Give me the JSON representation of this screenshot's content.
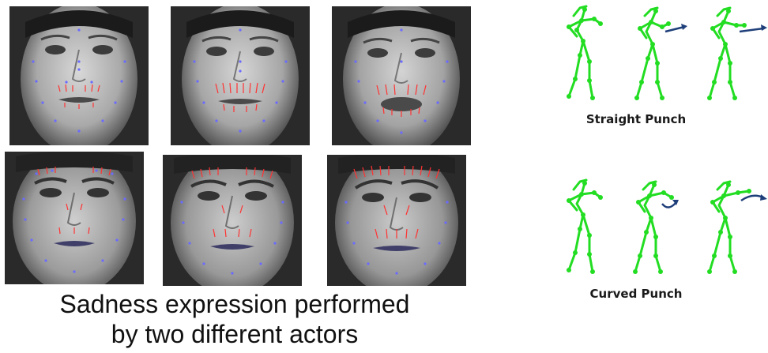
{
  "left_panel": {
    "caption_line1": "Sadness expression performed",
    "caption_line2": "by two different actors",
    "actor_rows": [
      {
        "actor": 1,
        "frames": 3
      },
      {
        "actor": 2,
        "frames": 3
      }
    ]
  },
  "right_panel": {
    "rows": [
      {
        "caption": "Straight Punch",
        "arrow": "straight"
      },
      {
        "caption": "Curved Punch",
        "arrow": "curved"
      }
    ],
    "skeleton_color": "#22dd22",
    "arrow_color": "#1f3f7a"
  },
  "colors": {
    "motion_vector": "#ff3333",
    "landmark": "#6a6aff"
  }
}
